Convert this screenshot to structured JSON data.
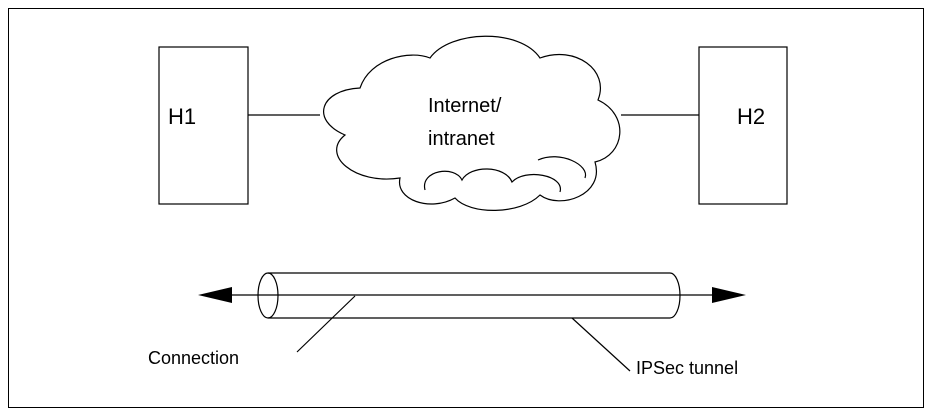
{
  "diagram": {
    "host_left": "H1",
    "host_right": "H2",
    "cloud_line1": "Internet/",
    "cloud_line2": "intranet",
    "connection_label": "Connection",
    "tunnel_label": "IPSec tunnel"
  },
  "colors": {
    "stroke": "#000000",
    "background": "#ffffff"
  }
}
